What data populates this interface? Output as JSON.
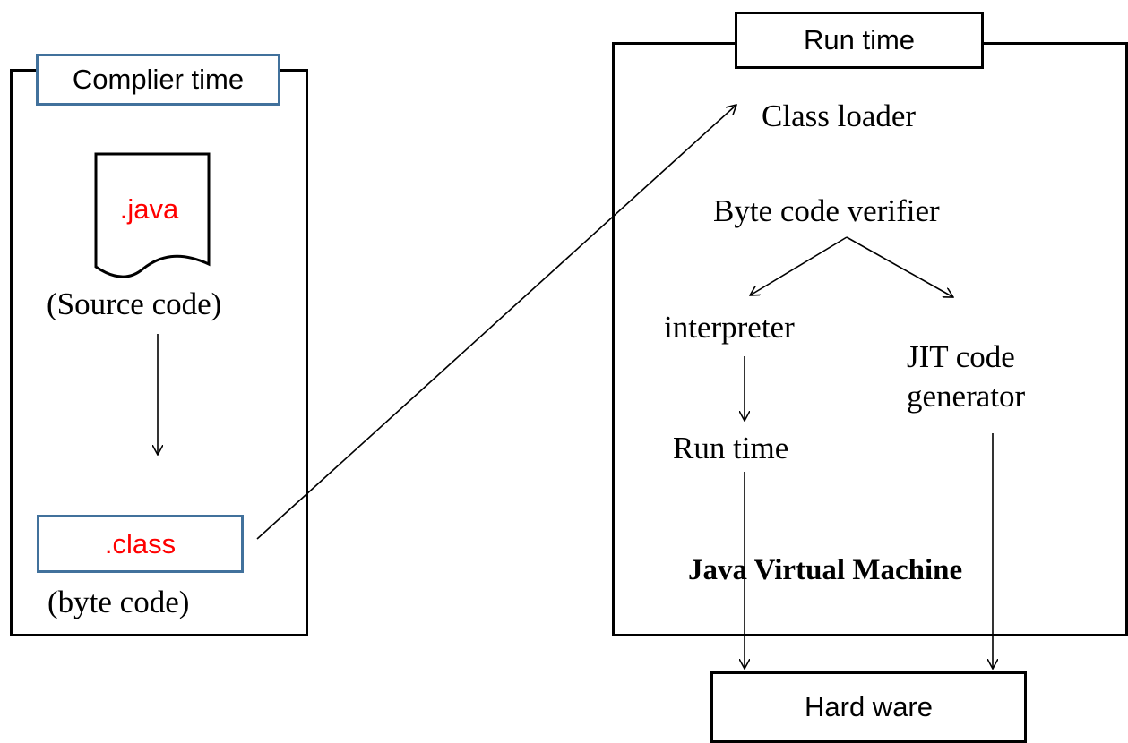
{
  "compile_panel": {
    "title": "Complier time",
    "source_file_ext": ".java",
    "source_caption": "(Source code)",
    "class_file_ext": ".class",
    "class_caption": "(byte code)"
  },
  "runtime_panel": {
    "title": "Run time",
    "class_loader": "Class loader",
    "byte_code_verifier": "Byte code verifier",
    "interpreter": "interpreter",
    "jit_line1": "JIT code",
    "jit_line2": "generator",
    "run_time": "Run time",
    "jvm_label": "Java Virtual Machine"
  },
  "hardware": {
    "label": "Hard ware"
  },
  "colors": {
    "ext_text": "#ff0000",
    "blue_border": "#41719c",
    "line": "#000000"
  }
}
